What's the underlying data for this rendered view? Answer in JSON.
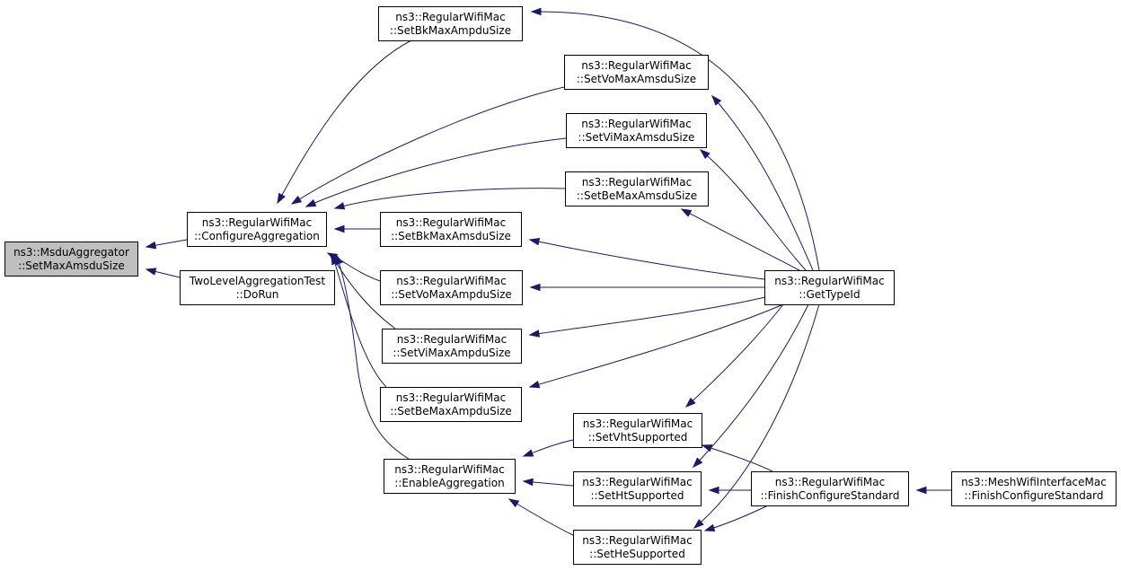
{
  "diagram": {
    "nodes": [
      {
        "id": "n0",
        "line1": "ns3::MsduAggregator",
        "line2": "::SetMaxAmsduSize",
        "highlight": true
      },
      {
        "id": "n1",
        "line1": "ns3::RegularWifiMac",
        "line2": "::ConfigureAggregation"
      },
      {
        "id": "n2",
        "line1": "TwoLevelAggregationTest",
        "line2": "::DoRun"
      },
      {
        "id": "n3",
        "line1": "ns3::RegularWifiMac",
        "line2": "::SetBkMaxAmpduSize"
      },
      {
        "id": "n4",
        "line1": "ns3::RegularWifiMac",
        "line2": "::SetVoMaxAmsduSize"
      },
      {
        "id": "n5",
        "line1": "ns3::RegularWifiMac",
        "line2": "::SetViMaxAmsduSize"
      },
      {
        "id": "n6",
        "line1": "ns3::RegularWifiMac",
        "line2": "::SetBeMaxAmsduSize"
      },
      {
        "id": "n7",
        "line1": "ns3::RegularWifiMac",
        "line2": "::SetBkMaxAmsduSize"
      },
      {
        "id": "n8",
        "line1": "ns3::RegularWifiMac",
        "line2": "::SetVoMaxAmpduSize"
      },
      {
        "id": "n9",
        "line1": "ns3::RegularWifiMac",
        "line2": "::SetViMaxAmpduSize"
      },
      {
        "id": "n10",
        "line1": "ns3::RegularWifiMac",
        "line2": "::SetBeMaxAmpduSize"
      },
      {
        "id": "n11",
        "line1": "ns3::RegularWifiMac",
        "line2": "::EnableAggregation"
      },
      {
        "id": "n12",
        "line1": "ns3::RegularWifiMac",
        "line2": "::SetVhtSupported"
      },
      {
        "id": "n13",
        "line1": "ns3::RegularWifiMac",
        "line2": "::SetHtSupported"
      },
      {
        "id": "n14",
        "line1": "ns3::RegularWifiMac",
        "line2": "::SetHeSupported"
      },
      {
        "id": "n15",
        "line1": "ns3::RegularWifiMac",
        "line2": "::GetTypeId"
      },
      {
        "id": "n16",
        "line1": "ns3::RegularWifiMac",
        "line2": "::FinishConfigureStandard"
      },
      {
        "id": "n17",
        "line1": "ns3::MeshWifiInterfaceMac",
        "line2": "::FinishConfigureStandard"
      }
    ],
    "edges": [
      {
        "from": "n1",
        "to": "n0"
      },
      {
        "from": "n2",
        "to": "n0"
      },
      {
        "from": "n3",
        "to": "n1"
      },
      {
        "from": "n4",
        "to": "n1"
      },
      {
        "from": "n5",
        "to": "n1"
      },
      {
        "from": "n6",
        "to": "n1"
      },
      {
        "from": "n7",
        "to": "n1"
      },
      {
        "from": "n8",
        "to": "n1"
      },
      {
        "from": "n9",
        "to": "n1"
      },
      {
        "from": "n10",
        "to": "n1"
      },
      {
        "from": "n11",
        "to": "n1"
      },
      {
        "from": "n15",
        "to": "n3"
      },
      {
        "from": "n15",
        "to": "n4"
      },
      {
        "from": "n15",
        "to": "n5"
      },
      {
        "from": "n15",
        "to": "n6"
      },
      {
        "from": "n15",
        "to": "n7"
      },
      {
        "from": "n15",
        "to": "n8"
      },
      {
        "from": "n15",
        "to": "n9"
      },
      {
        "from": "n15",
        "to": "n10"
      },
      {
        "from": "n15",
        "to": "n12"
      },
      {
        "from": "n15",
        "to": "n13"
      },
      {
        "from": "n15",
        "to": "n14"
      },
      {
        "from": "n12",
        "to": "n11"
      },
      {
        "from": "n13",
        "to": "n11"
      },
      {
        "from": "n14",
        "to": "n11"
      },
      {
        "from": "n16",
        "to": "n12"
      },
      {
        "from": "n16",
        "to": "n13"
      },
      {
        "from": "n16",
        "to": "n14"
      },
      {
        "from": "n17",
        "to": "n16"
      }
    ]
  },
  "colors": {
    "edge": "#191970",
    "node_border": "#000000",
    "node_fill": "#ffffff",
    "highlight_fill": "#bfbfbf",
    "background": "#ffffff"
  }
}
